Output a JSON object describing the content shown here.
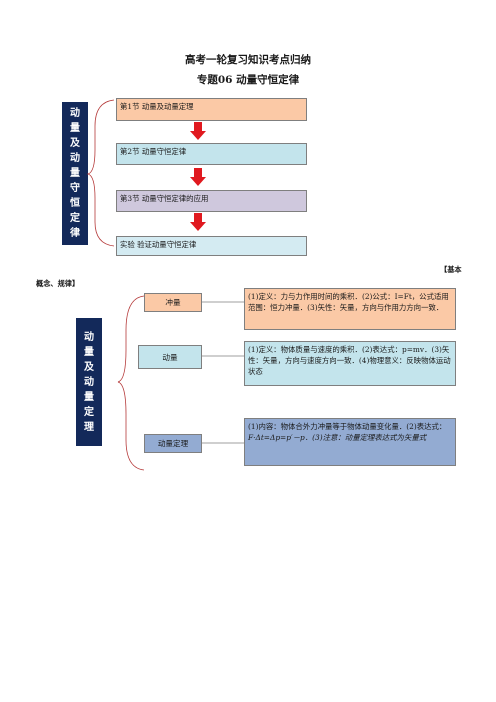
{
  "header": {
    "title": "高考一轮复习知识考点归纳",
    "subtitle": "专题06  动量守恒定律"
  },
  "outline": {
    "sidebar_label": "动量及动量守恒定律",
    "sections": [
      {
        "label": "第1节   动量及动量定理"
      },
      {
        "label": "第2节   动量守恒定律"
      },
      {
        "label": "第3节   动量守恒定律的应用"
      },
      {
        "label": "实验   验证动量守恒定律"
      }
    ]
  },
  "section_heading": {
    "part1": "【基本",
    "part2": "概念、规律】"
  },
  "theorem": {
    "sidebar_label": "动量及动量定理",
    "items": [
      {
        "label": "冲量",
        "text": "(1)定义：力与力作用时间的乘积．(2)公式：I=Ft，公式适用范围：恒力冲量．(3)矢性：矢量，方向与作用力方向一致．"
      },
      {
        "label": "动量",
        "text": "(1)定义：物体质量与速度的乘积．(2)表达式：p=mv．(3)矢性：矢量，方向与速度方向一致．(4)物理意义：反映物体运动状态"
      },
      {
        "label": "动量定理",
        "text_line1": "(1)内容：物体合外力冲量等于物体动量变化量．(2)表达式：",
        "text_line2": "F·Δt=Δp=p′－p．(3)注意：动量定理表达式为矢量式"
      }
    ]
  },
  "colors": {
    "navy": "#13295a",
    "arrow_red": "#e0191f",
    "peach": "#fbc9a6",
    "cyan": "#c3e4ec",
    "lavender": "#cfc8dd",
    "blue": "#93abd2"
  }
}
